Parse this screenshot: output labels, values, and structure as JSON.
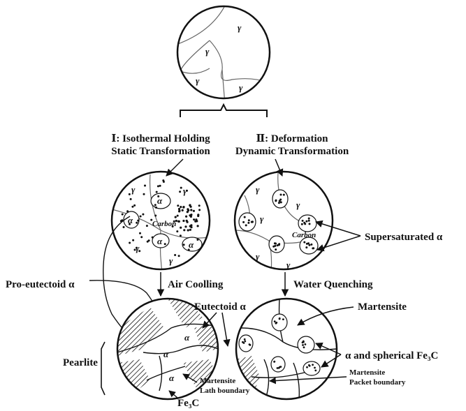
{
  "diagram": {
    "austenite_symbol": "γ",
    "alpha_symbol": "α",
    "carbon_label": "Carbon",
    "path_I": {
      "line1": "Ⅰ: Isothermal Holding",
      "line2": "Static Transformation",
      "cooling": "Air Coolling",
      "pro_eutectoid": "Pro-eutectoid α",
      "eutectoid": "Eutectoid α",
      "pearlite": "Pearlite",
      "fe3c": "Fe₃C",
      "lath_line1": "Martensite",
      "lath_line2": "Lath boundary"
    },
    "path_II": {
      "line1": "Ⅱ: Deformation",
      "line2": "Dynamic Transformation",
      "cooling": "Water Quenching",
      "supersaturated": "Supersaturated α",
      "martensite": "Martensite",
      "spherical": "α and spherical Fe₃C",
      "packet_line1": "Martensite",
      "packet_line2": "Packet boundary"
    }
  }
}
